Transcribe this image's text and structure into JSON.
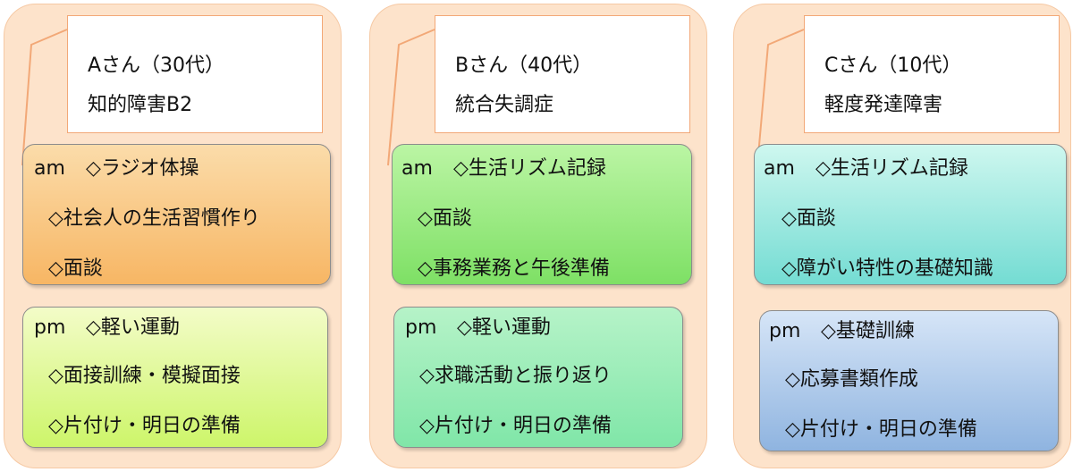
{
  "persons": [
    {
      "name": "Aさん（30代）",
      "condition": "知的障害B2",
      "am": {
        "label": "am",
        "items": [
          "◇ラジオ体操",
          "◇社会人の生活習慣作り",
          "◇面談"
        ]
      },
      "pm": {
        "label": "pm",
        "items": [
          "◇軽い運動",
          "◇面接訓練・模擬面接",
          "◇片付け・明日の準備"
        ]
      }
    },
    {
      "name": "Bさん（40代）",
      "condition": "統合失調症",
      "am": {
        "label": "am",
        "items": [
          "◇生活リズム記録",
          "◇面談",
          "◇事務業務と午後準備"
        ]
      },
      "pm": {
        "label": "pm",
        "items": [
          "◇軽い運動",
          "◇求職活動と振り返り",
          "◇片付け・明日の準備"
        ]
      }
    },
    {
      "name": "Cさん（10代）",
      "condition": "軽度発達障害",
      "am": {
        "label": "am",
        "items": [
          "◇生活リズム記録",
          "◇面談",
          "◇障がい特性の基礎知識"
        ]
      },
      "pm": {
        "label": "pm",
        "items": [
          "◇基礎訓練",
          "◇応募書類作成",
          "◇片付け・明日の準備"
        ]
      }
    }
  ],
  "colors": {
    "panel_background": "#fde3cb",
    "connector": "#f2a877",
    "a_am": "#f7b664",
    "a_pm": "#cdf56a",
    "b_am": "#7ee065",
    "b_pm": "#80e6a8",
    "c_am": "#74dcd3",
    "c_pm": "#8fb4e0"
  }
}
